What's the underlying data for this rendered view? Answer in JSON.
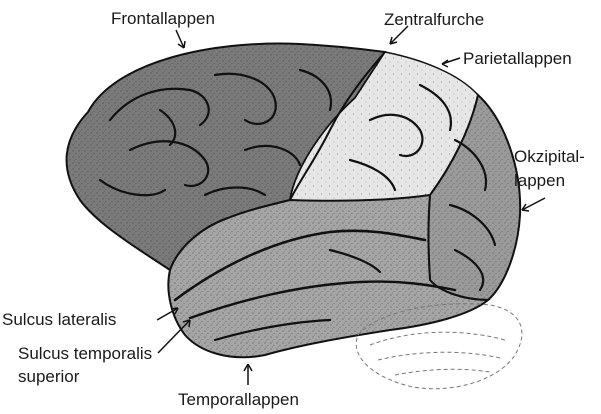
{
  "labels": {
    "frontal": "Frontallappen",
    "central": "Zentralfurche",
    "parietal": "Parietallappen",
    "occipital_1": "Okzipital-",
    "occipital_2": "lappen",
    "lateral": "Sulcus lateralis",
    "temporal_sup_1": "Sulcus temporalis",
    "temporal_sup_2": "superior",
    "temporal": "Temporallappen"
  },
  "colors": {
    "frontal_fill": "#7a7a7a",
    "parietal_fill": "#e6e6e6",
    "temporal_fill": "#a5a5a5",
    "occipital_fill": "#9a9a9a",
    "outline": "#111111",
    "text": "#1a1a1a"
  }
}
